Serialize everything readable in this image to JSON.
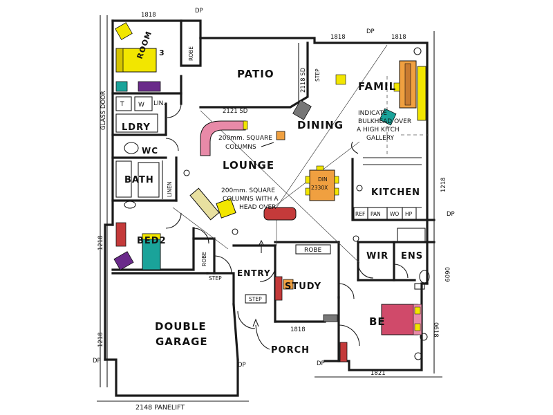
{
  "rooms": {
    "bed3": "ROOM",
    "bed3_num": "3",
    "robe_bed3": "ROBE",
    "patio": "PATIO",
    "family": "FAMIL",
    "lin": "LIN.",
    "w": "W",
    "t": "T",
    "laundry": "LDRY",
    "wc": "WC",
    "dining": "DINING",
    "lounge": "LOUNGE",
    "bath": "BATH",
    "linen": "LINEN",
    "kitchen": "KITCHEN",
    "bed2": "BED2",
    "robe_bed2": "ROBE",
    "entry": "ENTRY",
    "robe_study": "ROBE",
    "study": "STUDY",
    "wir": "WIR",
    "ens": "ENS",
    "bed1": "BE",
    "garage_line1": "DOUBLE",
    "garage_line2": "GARAGE",
    "porch": "PORCH",
    "ref": "REF",
    "pan": "PAN",
    "wo": "WO",
    "hp": "HP"
  },
  "dimensions": {
    "top_left": "1818",
    "dp_top_left": "DP",
    "top_right_a": "1818",
    "dp_top_right": "DP",
    "top_right_b": "1818",
    "patio_door": "2121 SD",
    "patio_side": "2118 SD",
    "right_1218": "1218",
    "dp_right": "DP",
    "right_0609": "0609",
    "right_0618": "0618",
    "left_1218_a": "1218",
    "left_1218_b": "1218",
    "dp_left": "DP",
    "glass_door": "GLASS DOOR",
    "study_window": "1818",
    "bed1_window": "1821",
    "dp_bottom_left": "DP",
    "dp_porch": "DP",
    "garage_door": "2148 PANELIFT",
    "dining_table": "2330X",
    "dining_table_label": "DIN"
  },
  "notes": {
    "columns_1": "200mm. SQUARE",
    "columns_1b": "COLUMNS",
    "columns_2": "200mm. SQUARE",
    "columns_2b": "COLUMNS WITH A",
    "columns_2c": "HEAD OVER",
    "bulkhead_1": "INDICATE",
    "bulkhead_2": "BULKHEAD OVER",
    "bulkhead_3": "A HIGH KITCH",
    "bulkhead_4": "GALLERY"
  },
  "steps": {
    "patio_step": "STEP",
    "entry_step_1": "STEP",
    "entry_step_2": "STEP"
  },
  "colors": {
    "ink": "#1a1a1a",
    "yellow": "#f2e600",
    "orange": "#f0a040",
    "purple": "#6a2a8a",
    "red": "#c43a3a",
    "pink": "#e88aa8",
    "teal": "#1aa39a",
    "green": "#3aaa5a"
  }
}
